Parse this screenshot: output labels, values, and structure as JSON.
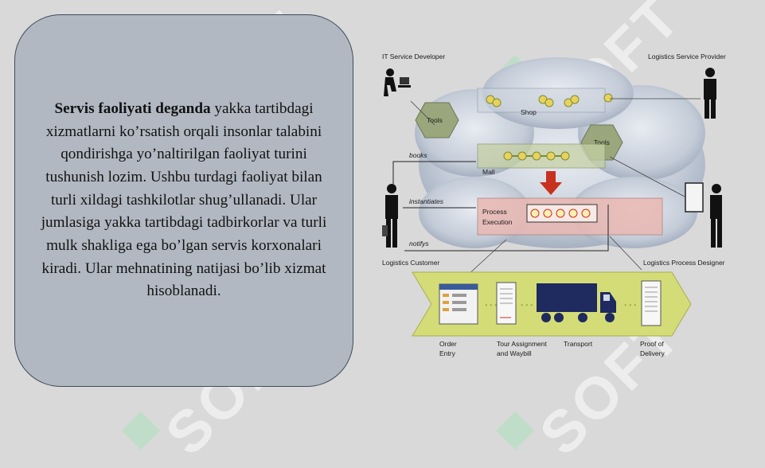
{
  "slide": {
    "text_bold": "Servis faoliyati deganda",
    "text_body": " yakka tartibdagi xizmatlarni ko’rsatish orqali insonlar talabini qondirishga yo’naltirilgan faoliyat turini tushunish lozim. Ushbu turdagi faoliyat bilan turli xildagi tashkilotlar shug’ullanadi. Ular jumlasiga yakka tartibdagi tadbirkorlar va turli mulk shakliga ega bo’lgan servis korxonalari kiradi. Ular mehnatining natijasi bo’lib xizmat hisoblanadi."
  },
  "watermark": {
    "text": "SOFT"
  },
  "diagram": {
    "roles": {
      "it_developer": "IT Service Developer",
      "logistics_provider": "Logistics Service Provider",
      "customer": "Logistics Customer",
      "process_designer": "Logistics Process Designer"
    },
    "boxes": {
      "tools_left": "Tools",
      "tools_right": "Tools",
      "shop": "Shop",
      "mall": "Mall",
      "process_execution_1": "Process",
      "process_execution_2": "Execution"
    },
    "arrows": {
      "books": "books",
      "instantiates": "instantiates",
      "notifys": "notifys"
    },
    "process_steps": [
      {
        "line1": "Order",
        "line2": "Entry"
      },
      {
        "line1": "Tour Assignment",
        "line2": "and Waybill"
      },
      {
        "line1": "Transport",
        "line2": ""
      },
      {
        "line1": "Proof of",
        "line2": "Delivery"
      }
    ],
    "colors": {
      "hexagon": "#9aa77c",
      "chevron": "#d4dc78",
      "process_box": "#e9b8b2",
      "truck": "#1f2a5e",
      "node": "#e8d25a",
      "down_arrow": "#c8311e"
    }
  }
}
